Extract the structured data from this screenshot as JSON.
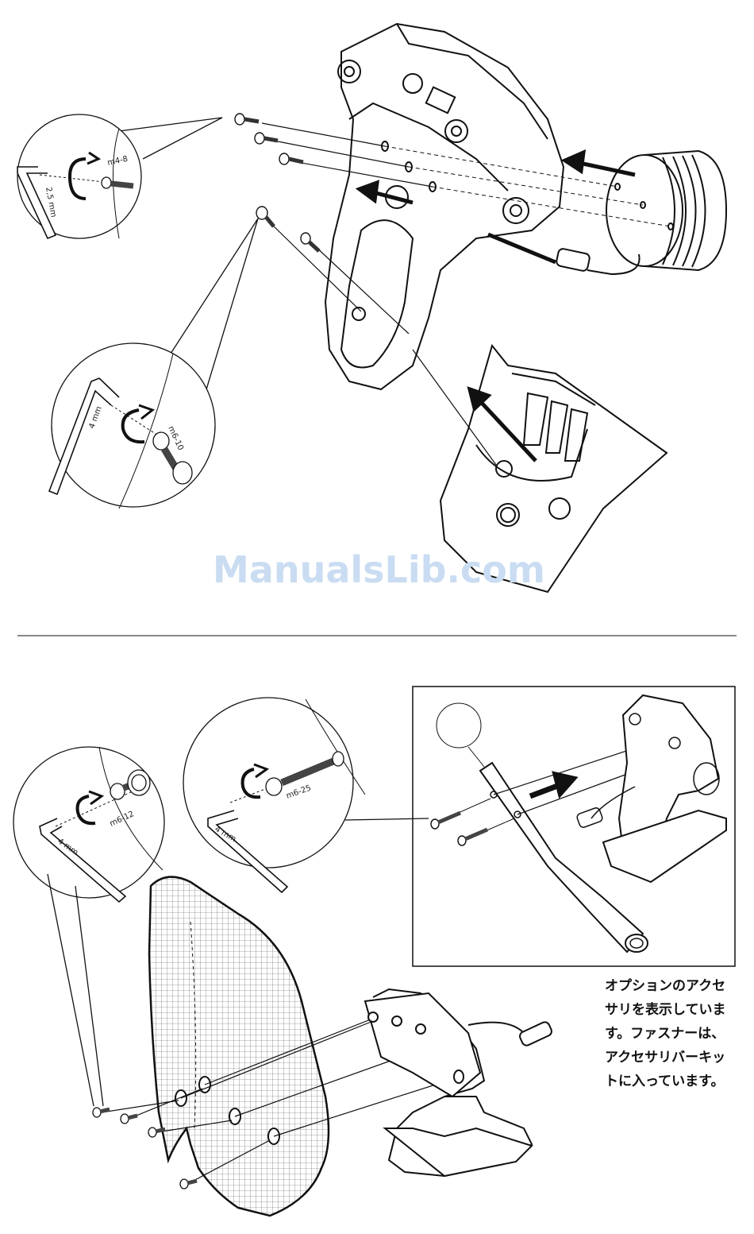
{
  "watermark": "ManualsLib.com",
  "top_figure": {
    "callout_a": {
      "tool": "2,5 mm",
      "screw": "m4-8"
    },
    "callout_b": {
      "tool": "4 mm",
      "screw": "m6-10"
    }
  },
  "bottom_figure": {
    "callout_c": {
      "tool": "4 mm",
      "screw": "m6-12"
    },
    "callout_d": {
      "tool": "4 mm",
      "screw": "m6-25"
    }
  },
  "note": {
    "lines": [
      "オプションのアクセ",
      "サリを表示していま",
      "す。ファスナーは、",
      "アクセサリバーキッ",
      "トに入っています。"
    ]
  },
  "icons": [
    "hex-key-icon",
    "rotate-arrow-icon",
    "screw-icon",
    "direction-arrow-icon"
  ]
}
